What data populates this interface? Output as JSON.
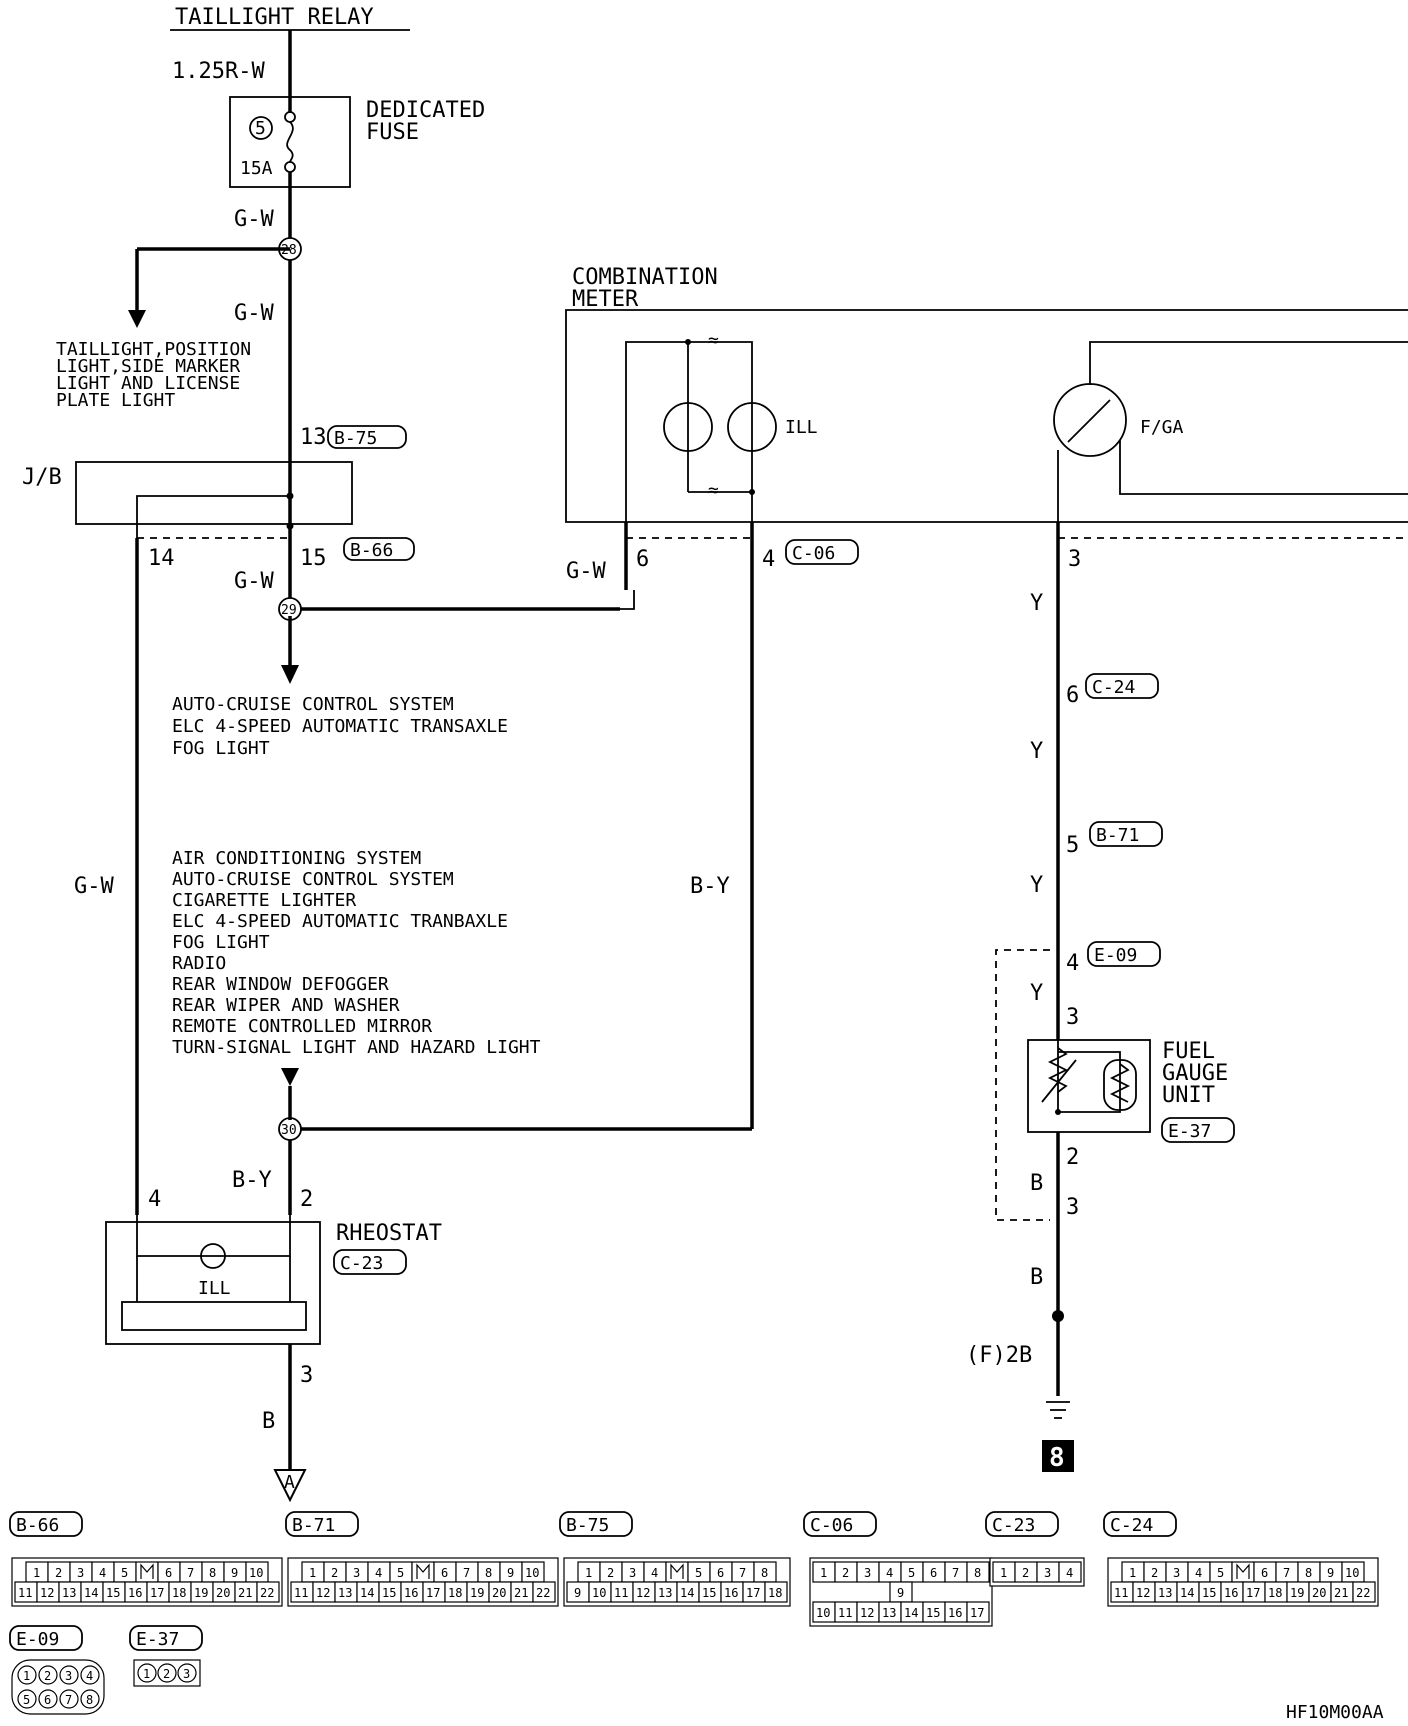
{
  "title": "TAILLIGHT RELAY",
  "wires": {
    "top": "1.25R-W",
    "gw": "G-W",
    "by": "B-Y",
    "y": "Y",
    "b": "B"
  },
  "fuse": {
    "label1": "DEDICATED",
    "label2": "FUSE",
    "number": "5",
    "rating": "15A"
  },
  "junctions": {
    "j28": "28",
    "j29": "29",
    "j30": "30"
  },
  "taillight_dest": [
    "TAILLIGHT,POSITION",
    "LIGHT,SIDE MARKER",
    "LIGHT AND LICENSE",
    "PLATE LIGHT"
  ],
  "jb": {
    "label": "J/B",
    "pin13": "13",
    "pin14": "14",
    "pin15": "15",
    "conn_top": "B-75",
    "conn_bottom": "B-66"
  },
  "meter": {
    "label1": "COMBINATION",
    "label2": "METER",
    "ill": "ILL",
    "fga": "F/GA",
    "pin6": "6",
    "pin4": "4",
    "pin3": "3",
    "conn": "C-06"
  },
  "list1": [
    "AUTO-CRUISE CONTROL SYSTEM",
    "ELC 4-SPEED AUTOMATIC TRANSAXLE",
    "FOG LIGHT"
  ],
  "list2": [
    "AIR CONDITIONING SYSTEM",
    "AUTO-CRUISE CONTROL SYSTEM",
    "CIGARETTE LIGHTER",
    "ELC 4-SPEED AUTOMATIC TRANBAXLE",
    "FOG LIGHT",
    "RADIO",
    "REAR WINDOW DEFOGGER",
    "REAR WIPER AND WASHER",
    "REMOTE CONTROLLED MIRROR",
    "TURN-SIGNAL LIGHT AND HAZARD LIGHT"
  ],
  "rheostat": {
    "label": "RHEOSTAT",
    "conn": "C-23",
    "ill": "ILL",
    "pin4": "4",
    "pin2": "2",
    "pin3": "3",
    "ground_ref": "A"
  },
  "fuel_path": {
    "c24_pin": "6",
    "c24": "C-24",
    "b71_pin": "5",
    "b71": "B-71",
    "e09_pin": "4",
    "e09": "E-09"
  },
  "fuel_gauge_unit": {
    "label1": "FUEL",
    "label2": "GAUGE",
    "label3": "UNIT",
    "conn": "E-37",
    "pin_in": "3",
    "pin_out": "2",
    "e09_pin3": "3"
  },
  "ground": {
    "label": "(F)2B",
    "number": "8"
  },
  "connectors": [
    {
      "name": "B-66",
      "row1": [
        "1",
        "2",
        "3",
        "4",
        "5",
        "",
        "6",
        "7",
        "8",
        "9",
        "10"
      ],
      "row2": [
        "11",
        "12",
        "13",
        "14",
        "15",
        "16",
        "17",
        "18",
        "19",
        "20",
        "21",
        "22"
      ]
    },
    {
      "name": "B-71",
      "row1": [
        "1",
        "2",
        "3",
        "4",
        "5",
        "",
        "6",
        "7",
        "8",
        "9",
        "10"
      ],
      "row2": [
        "11",
        "12",
        "13",
        "14",
        "15",
        "16",
        "17",
        "18",
        "19",
        "20",
        "21",
        "22"
      ]
    },
    {
      "name": "B-75",
      "row1": [
        "1",
        "2",
        "3",
        "4",
        "",
        "5",
        "6",
        "7",
        "8"
      ],
      "row2": [
        "9",
        "10",
        "11",
        "12",
        "13",
        "14",
        "15",
        "16",
        "17",
        "18"
      ]
    },
    {
      "name": "C-06",
      "row1": [
        "1",
        "2",
        "3",
        "4",
        "5",
        "6",
        "7",
        "8"
      ],
      "mid": "9",
      "row2": [
        "10",
        "11",
        "12",
        "13",
        "14",
        "15",
        "16",
        "17"
      ]
    },
    {
      "name": "C-23",
      "row2": [
        "1",
        "2",
        "3",
        "4"
      ]
    },
    {
      "name": "C-24",
      "row1": [
        "1",
        "2",
        "3",
        "4",
        "5",
        "",
        "6",
        "7",
        "8",
        "9",
        "10"
      ],
      "row2": [
        "11",
        "12",
        "13",
        "14",
        "15",
        "16",
        "17",
        "18",
        "19",
        "20",
        "21",
        "22"
      ]
    },
    {
      "name": "E-09",
      "row1": [
        "1",
        "2",
        "3",
        "4"
      ],
      "row2": [
        "5",
        "6",
        "7",
        "8"
      ]
    },
    {
      "name": "E-37",
      "row1": [
        "1",
        "2",
        "3"
      ]
    }
  ],
  "code": "HF10M00AA"
}
